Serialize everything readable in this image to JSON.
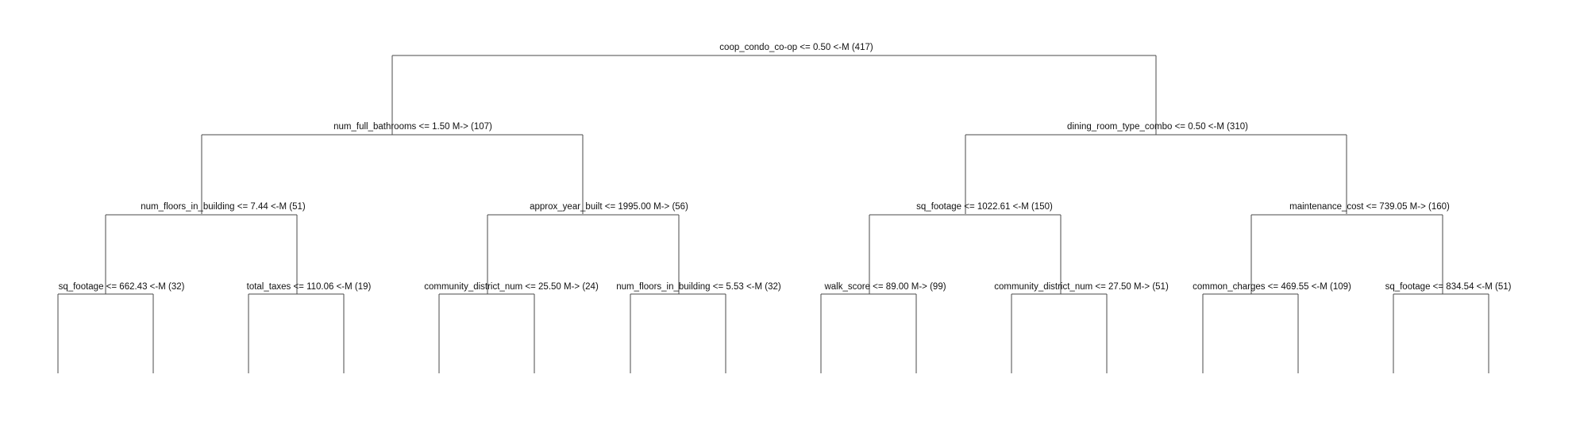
{
  "tree": {
    "nodes": [
      {
        "id": "n1",
        "label": "coop_condo_co-op <= 0.50 <-M (417)"
      },
      {
        "id": "n2",
        "label": "num_full_bathrooms <= 1.50 M-> (107)"
      },
      {
        "id": "n3",
        "label": "dining_room_type_combo <= 0.50 <-M (310)"
      },
      {
        "id": "n4",
        "label": "num_floors_in_building <= 7.44 <-M (51)"
      },
      {
        "id": "n5",
        "label": "approx_year_built <= 1995.00 M-> (56)"
      },
      {
        "id": "n6",
        "label": "sq_footage <= 1022.61 <-M (150)"
      },
      {
        "id": "n7",
        "label": "maintenance_cost <= 739.05 M-> (160)"
      },
      {
        "id": "n8",
        "label": "sq_footage <= 662.43 <-M (32)"
      },
      {
        "id": "n9",
        "label": "total_taxes <= 110.06 <-M (19)"
      },
      {
        "id": "n10",
        "label": "community_district_num <= 25.50 M-> (24)"
      },
      {
        "id": "n11",
        "label": "num_floors_in_building <= 5.53 <-M (32)"
      },
      {
        "id": "n12",
        "label": "walk_score <= 89.00 M-> (99)"
      },
      {
        "id": "n13",
        "label": "community_district_num <= 27.50 M-> (51)"
      },
      {
        "id": "n14",
        "label": "common_charges <= 469.55 <-M (109)"
      },
      {
        "id": "n15",
        "label": "sq_footage <= 834.54 <-M (51)"
      }
    ]
  }
}
